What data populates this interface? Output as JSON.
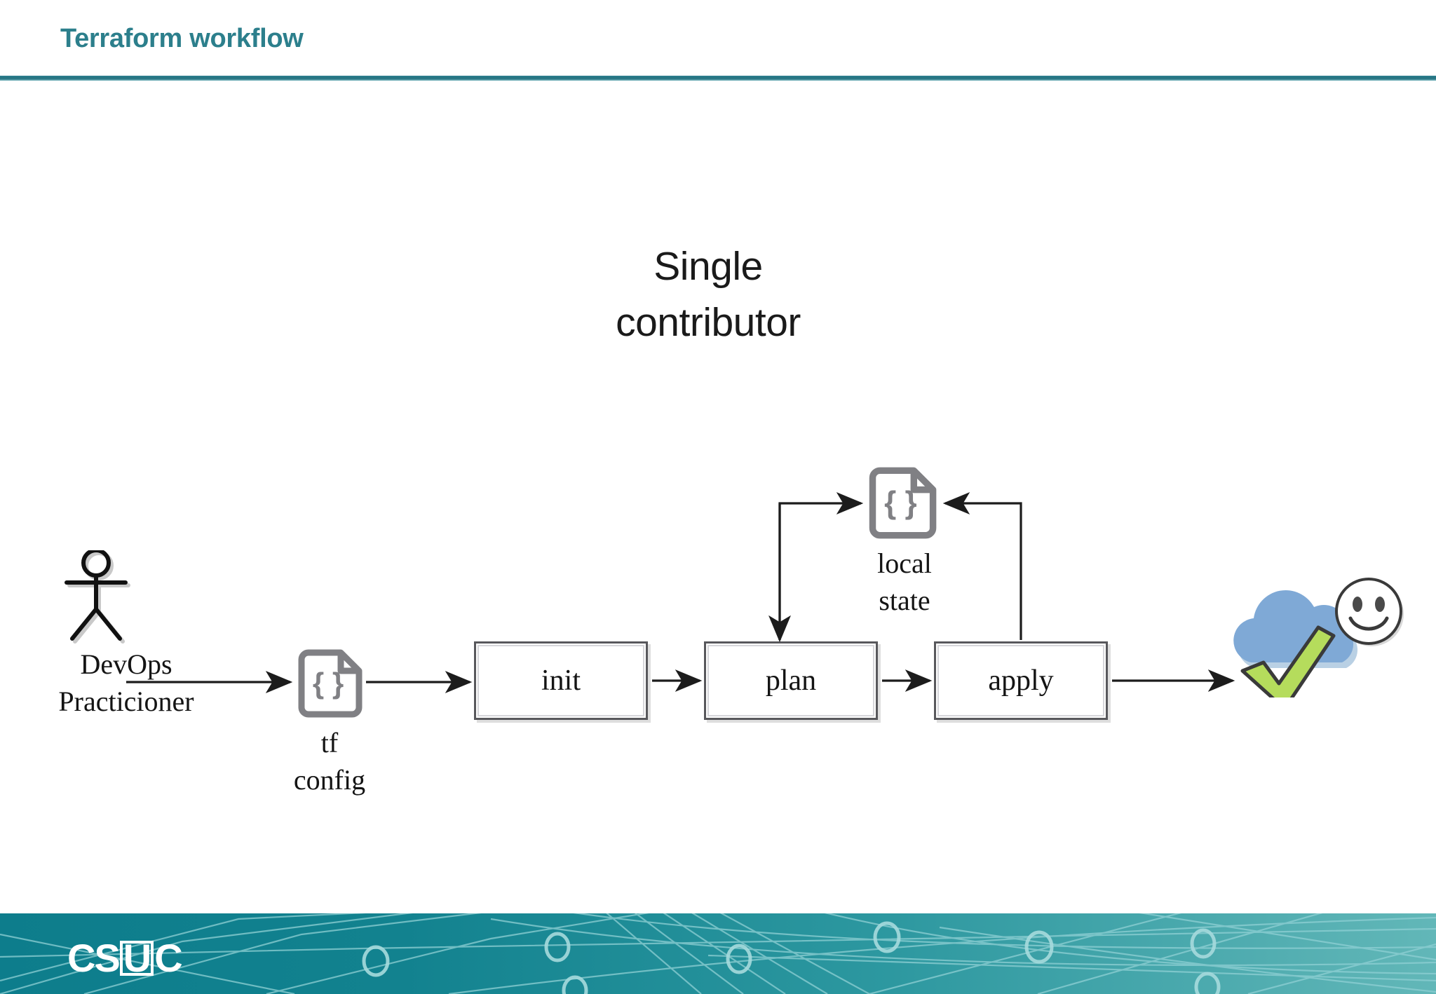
{
  "header": {
    "title": "Terraform workflow",
    "accent_color": "#2c7f8c",
    "rule_color": "#23707e"
  },
  "diagram": {
    "heading_line1": "Single",
    "heading_line2": "contributor",
    "actor": {
      "icon": "stick-figure-person-icon",
      "label_line1": "DevOps",
      "label_line2": "Practicioner"
    },
    "config_file": {
      "icon": "json-document-icon",
      "glyph": "{}",
      "label_line1": "tf",
      "label_line2": "config"
    },
    "state_file": {
      "icon": "json-document-icon",
      "glyph": "{}",
      "label_line1": "local",
      "label_line2": "state"
    },
    "steps": [
      {
        "label": "init"
      },
      {
        "label": "plan"
      },
      {
        "label": "apply"
      }
    ],
    "target": {
      "cloud_icon": "cloud-icon",
      "cloud_color": "#7fa9d6",
      "check_icon": "green-check-icon",
      "check_color": "#b5dc5c",
      "smiley_icon": "smiley-face-icon"
    },
    "edges": [
      {
        "from": "DevOps Practicioner",
        "to": "tf config"
      },
      {
        "from": "tf config",
        "to": "init"
      },
      {
        "from": "init",
        "to": "plan"
      },
      {
        "from": "plan",
        "to": "apply"
      },
      {
        "from": "apply",
        "to": "cloud"
      },
      {
        "from": "plan",
        "to": "local state"
      },
      {
        "from": "apply",
        "to": "local state"
      },
      {
        "from": "local state",
        "to": "plan"
      }
    ]
  },
  "footer": {
    "logo_part1": "CS",
    "logo_boxed": "U",
    "logo_part2": "C",
    "background_left": "#0d7d8c",
    "background_right": "#62b7b8"
  }
}
